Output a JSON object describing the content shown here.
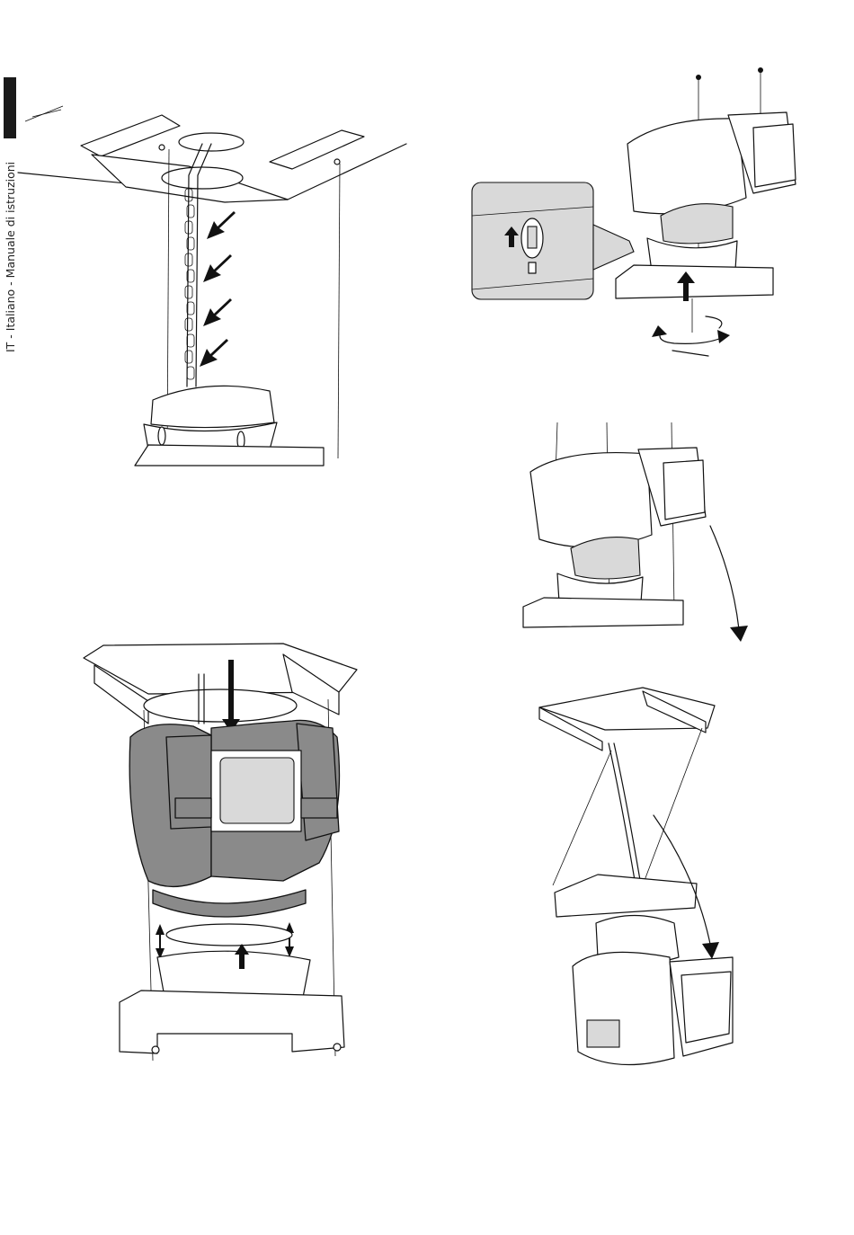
{
  "sidebar": {
    "language_label": "IT - Italiano - Manuale di istruzioni"
  },
  "figures": [
    {
      "name": "fig-chain-hooks",
      "arrows": 4
    },
    {
      "name": "fig-screw-lock-detail",
      "arrows": 2
    },
    {
      "name": "fig-unit-tilt",
      "arrows": 1
    },
    {
      "name": "fig-camera-mount-lower",
      "arrows": 4
    },
    {
      "name": "fig-unit-hanging",
      "arrows": 1
    }
  ],
  "colors": {
    "line": "#111111",
    "fill_gray": "#8a8a8a",
    "inset_gray": "#d9d9d9",
    "tab": "#1a1a1a"
  }
}
